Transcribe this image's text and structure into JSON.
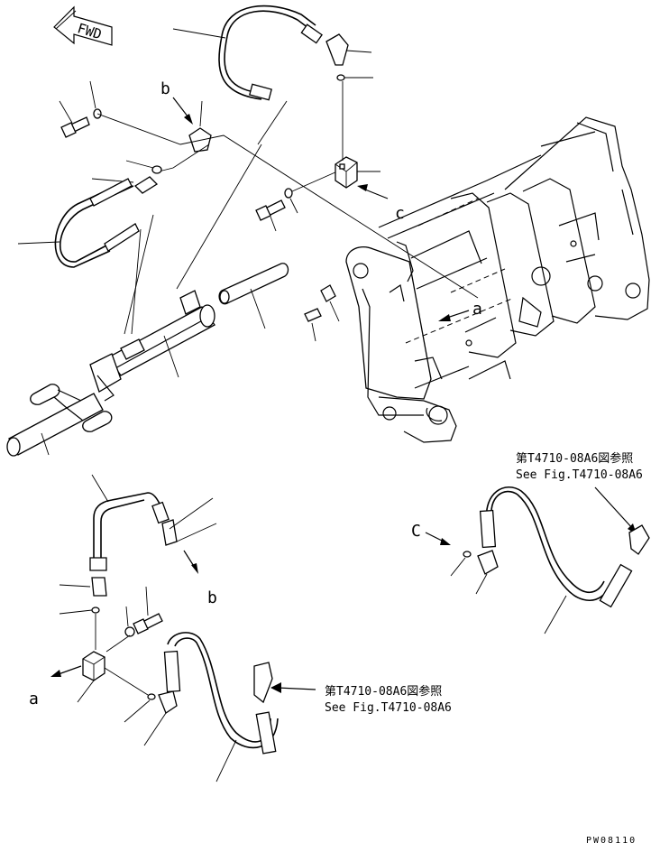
{
  "fwd_label": "FWD",
  "letters": {
    "a": "a",
    "b": "b",
    "c": "c",
    "C": "C"
  },
  "references": [
    {
      "ja": "第T4710-08A6図参照",
      "en": "See Fig.T4710-08A6"
    },
    {
      "ja": "第T4710-08A6図参照",
      "en": "See Fig.T4710-08A6"
    }
  ],
  "drawing_code": "PW08110"
}
